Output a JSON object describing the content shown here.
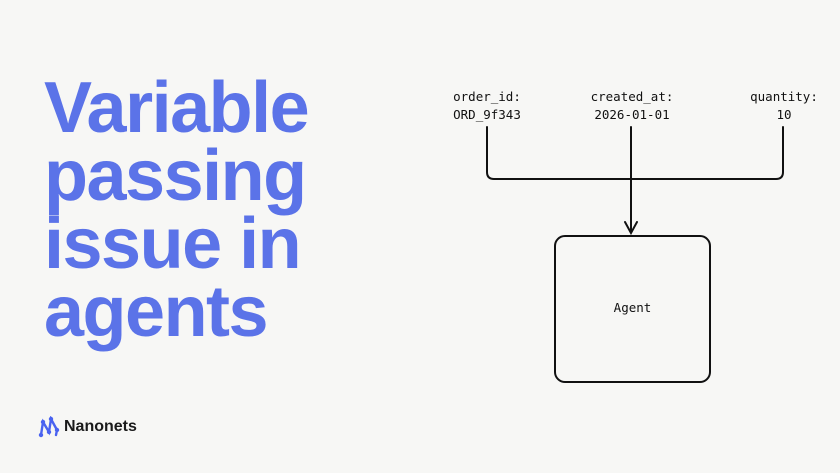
{
  "title": {
    "lines": [
      "Variable",
      "passing",
      "issue in",
      "agents"
    ]
  },
  "brand": {
    "name": "Nanonets",
    "accent": "#5b73e8"
  },
  "diagram": {
    "inputs": [
      {
        "label": "order_id:",
        "value": "ORD_9f343"
      },
      {
        "label": "created_at:",
        "value": "2026-01-01"
      },
      {
        "label": "quantity:",
        "value": "10"
      }
    ],
    "target": "Agent"
  }
}
